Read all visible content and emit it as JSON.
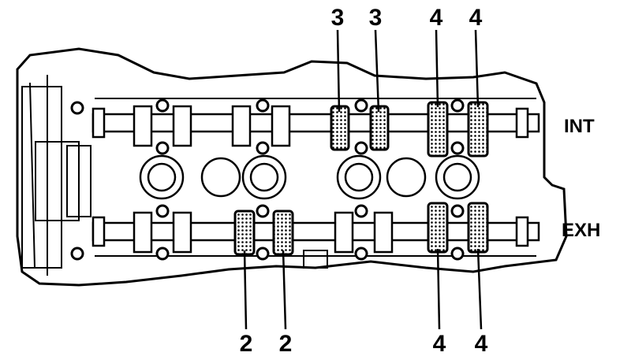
{
  "labels": {
    "intake": "INT",
    "exhaust": "EXH",
    "top_callouts": [
      "3",
      "3",
      "4",
      "4"
    ],
    "bottom_callouts": [
      "2",
      "2",
      "4",
      "4"
    ]
  }
}
